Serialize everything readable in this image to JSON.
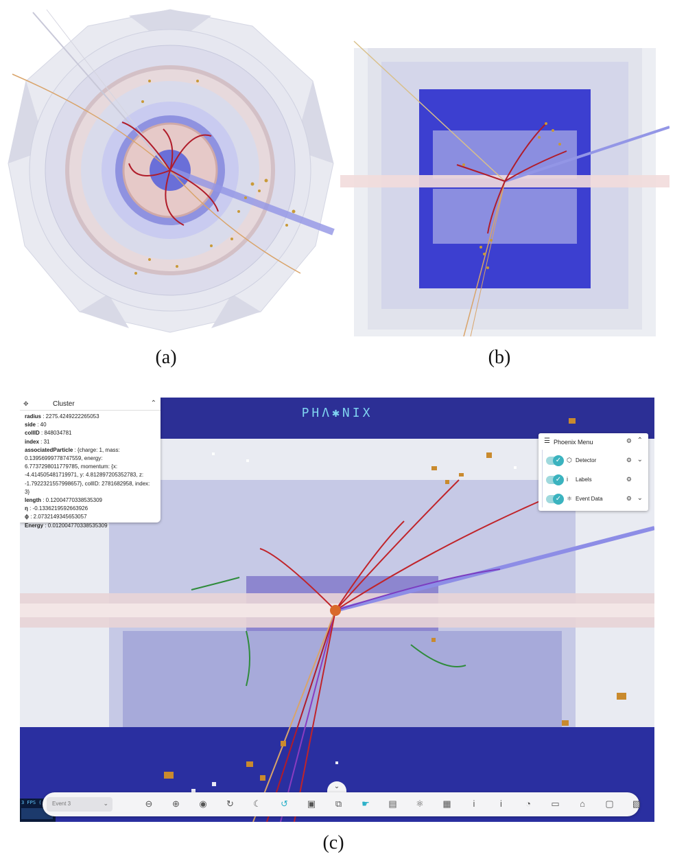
{
  "captions": {
    "a": "(a)",
    "b": "(b)",
    "c": "(c)"
  },
  "app": {
    "logo": "PHΛ✱NIX"
  },
  "info_panel": {
    "title": "Cluster",
    "rows": [
      {
        "key": "radius",
        "value": " : 2275.4249222265053"
      },
      {
        "key": "side",
        "value": " : 40"
      },
      {
        "key": "collID",
        "value": " : 848034781"
      },
      {
        "key": "index",
        "value": " : 31"
      },
      {
        "key": "associatedParticle",
        "value": " : {charge: 1, mass: 0.13956999778747559, energy: 6.7737298011779785, momentum: {x: -4.414505481719971, y: 4.812897205352783, z: -1.7922321557998657}, collID: 2781682958, index: 3}"
      },
      {
        "key": "length",
        "value": " : 0.12004770338535309"
      },
      {
        "key": "η",
        "value": " : -0.1336219592663926"
      },
      {
        "key": "ϕ",
        "value": " : 2.0732149345653057"
      },
      {
        "key": "Energy",
        "value": " : 0.012004770338535309"
      }
    ]
  },
  "menu": {
    "title": "Phoenix Menu",
    "items": [
      {
        "label": "Detector",
        "icon": "cube-outline-icon",
        "glyph": "⬡",
        "has_chevron": true
      },
      {
        "label": "Labels",
        "icon": "info-icon",
        "glyph": "i",
        "has_chevron": false
      },
      {
        "label": "Event Data",
        "icon": "atom-icon",
        "glyph": "⚛",
        "has_chevron": true
      }
    ]
  },
  "toolbar": {
    "event_select": "Event 3",
    "fps": "3 FPS (",
    "tools": [
      {
        "name": "zoom-out-icon",
        "glyph": "⊖"
      },
      {
        "name": "zoom-in-icon",
        "glyph": "⊕"
      },
      {
        "name": "eye-icon",
        "glyph": "◉"
      },
      {
        "name": "rotate-icon",
        "glyph": "↻"
      },
      {
        "name": "dark-theme-icon",
        "glyph": "☾"
      },
      {
        "name": "rotate-active-icon",
        "glyph": "↺",
        "active": true
      },
      {
        "name": "cube-icon",
        "glyph": "▣"
      },
      {
        "name": "overlay-icon",
        "glyph": "⧉"
      },
      {
        "name": "pointer-icon",
        "glyph": "☛",
        "active": true
      },
      {
        "name": "panel-icon",
        "glyph": "▤"
      },
      {
        "name": "event-data-icon",
        "glyph": "⚛"
      },
      {
        "name": "film-icon",
        "glyph": "▦"
      },
      {
        "name": "info-icon",
        "glyph": "i"
      },
      {
        "name": "info-alt-icon",
        "glyph": "i"
      },
      {
        "name": "performance-icon",
        "glyph": "◔"
      },
      {
        "name": "vr-icon",
        "glyph": "▭"
      },
      {
        "name": "ar-icon",
        "glyph": "⌂"
      },
      {
        "name": "screenshot-icon",
        "glyph": "▢"
      },
      {
        "name": "save-file-icon",
        "glyph": "▧"
      }
    ]
  },
  "colors": {
    "accent": "#3bb3bf",
    "scene_bg": "#2a2f8c",
    "track_red": "#c0242a",
    "track_green": "#2e8b3a",
    "calo_orange": "#c98a2e"
  }
}
